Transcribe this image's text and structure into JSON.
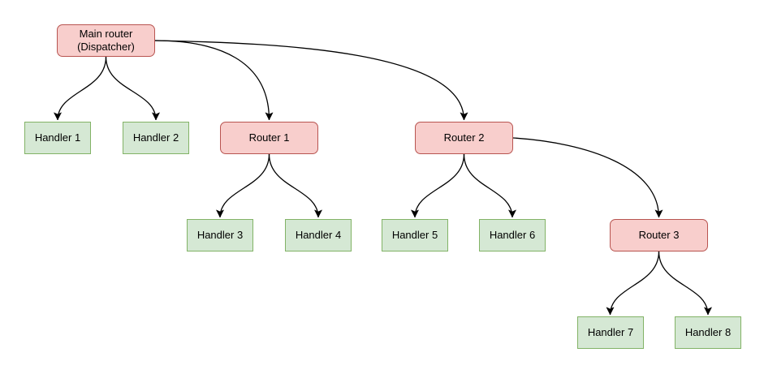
{
  "diagram": {
    "type": "tree",
    "colors": {
      "router_fill": "#f8cecc",
      "router_border": "#b85450",
      "handler_fill": "#d5e8d4",
      "handler_border": "#82b366",
      "edge": "#000000",
      "background": "#ffffff",
      "text": "#000000"
    },
    "nodes": {
      "main": {
        "label": "Main router (Dispatcher)",
        "type": "router"
      },
      "router1": {
        "label": "Router 1",
        "type": "router"
      },
      "router2": {
        "label": "Router 2",
        "type": "router"
      },
      "router3": {
        "label": "Router 3",
        "type": "router"
      },
      "handler1": {
        "label": "Handler 1",
        "type": "handler"
      },
      "handler2": {
        "label": "Handler 2",
        "type": "handler"
      },
      "handler3": {
        "label": "Handler 3",
        "type": "handler"
      },
      "handler4": {
        "label": "Handler 4",
        "type": "handler"
      },
      "handler5": {
        "label": "Handler 5",
        "type": "handler"
      },
      "handler6": {
        "label": "Handler 6",
        "type": "handler"
      },
      "handler7": {
        "label": "Handler 7",
        "type": "handler"
      },
      "handler8": {
        "label": "Handler 8",
        "type": "handler"
      }
    },
    "edges": [
      {
        "from": "main",
        "to": "handler1"
      },
      {
        "from": "main",
        "to": "handler2"
      },
      {
        "from": "main",
        "to": "router1"
      },
      {
        "from": "main",
        "to": "router2"
      },
      {
        "from": "router1",
        "to": "handler3"
      },
      {
        "from": "router1",
        "to": "handler4"
      },
      {
        "from": "router2",
        "to": "handler5"
      },
      {
        "from": "router2",
        "to": "handler6"
      },
      {
        "from": "router2",
        "to": "router3"
      },
      {
        "from": "router3",
        "to": "handler7"
      },
      {
        "from": "router3",
        "to": "handler8"
      }
    ]
  }
}
